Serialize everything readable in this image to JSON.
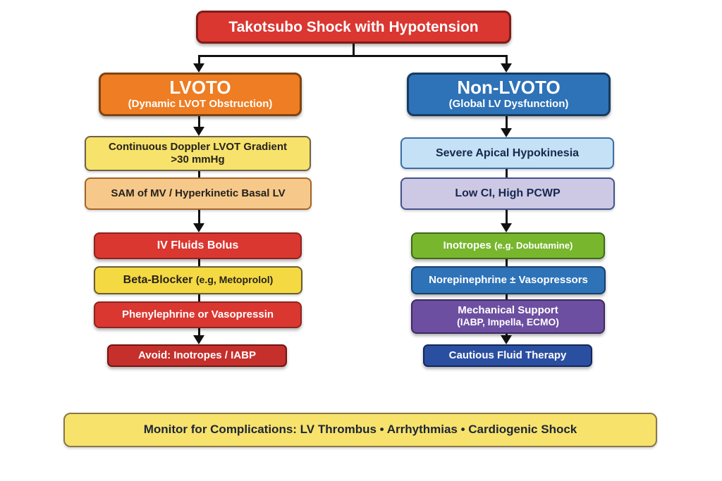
{
  "root": {
    "label": "Takotsubo Shock with Hypotension"
  },
  "branches": {
    "lvoto": {
      "title": "LVOTO",
      "subtitle": "(Dynamic LVOT Obstruction)",
      "doppler_line1": "Continuous Doppler LVOT Gradient",
      "doppler_line2": ">30 mmHg",
      "sam": "SAM of MV / Hyperkinetic Basal LV",
      "iv_fluids": "IV Fluids Bolus",
      "beta_main": "Beta-Blocker",
      "beta_paren": "(e.g, Metoprolol)",
      "phenylephrine": "Phenylephrine or Vasopressin",
      "avoid": "Avoid: Inotropes / IABP"
    },
    "non_lvoto": {
      "title": "Non-LVOTO",
      "subtitle": "(Global LV Dysfunction)",
      "apical": "Severe Apical Hypokinesia",
      "low_ci": "Low CI, High PCWP",
      "inotropes_main": "Inotropes",
      "inotropes_paren": "(e.g. Dobutamine)",
      "norepinephrine": "Norepinephrine ± Vasopressors",
      "mech_line1": "Mechanical Support",
      "mech_line2": "(IABP, Impella, ECMO)",
      "cautious": "Cautious Fluid Therapy"
    }
  },
  "footer": {
    "label": "Monitor for Complications: LV Thrombus • Arrhythmias • Cardiogenic Shock"
  },
  "colors": {
    "red": "#da3731",
    "dark_red": "#c5302c",
    "orange": "#ee7d23",
    "header_blue": "#2e72b7",
    "dark_blue": "#2b4fa0",
    "yellow": "#f7e26b",
    "gold": "#f5d942",
    "light_orange": "#f6c98b",
    "light_blue": "#c5e1f5",
    "lavender": "#cdc9e5",
    "green": "#77b62d",
    "purple": "#6d4fa1",
    "connector_black": "#111111"
  }
}
